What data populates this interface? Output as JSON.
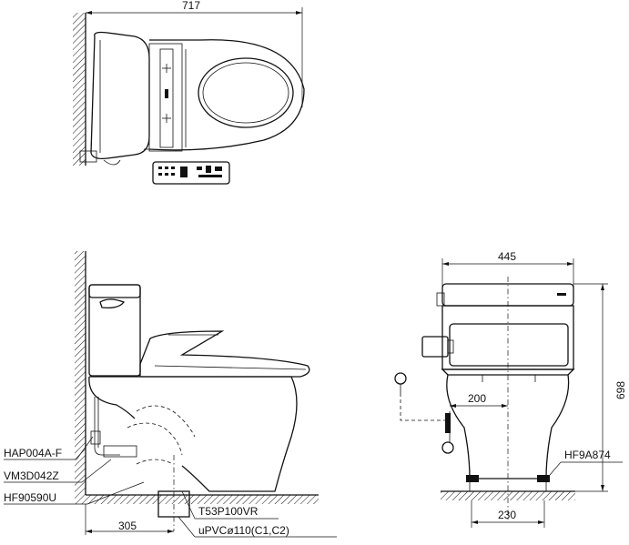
{
  "dimensions": {
    "top_width": "717",
    "front_width": "445",
    "front_height": "698",
    "offset_side": "200",
    "base_width": "230",
    "rough_in": "305"
  },
  "parts": {
    "hap": "HAP004A-F",
    "vm3": "VM3D042Z",
    "hf9059": "HF90590U",
    "t53": "T53P100VR",
    "upvc": "uPVCø110(C1,C2)",
    "hf9a": "HF9A874"
  }
}
